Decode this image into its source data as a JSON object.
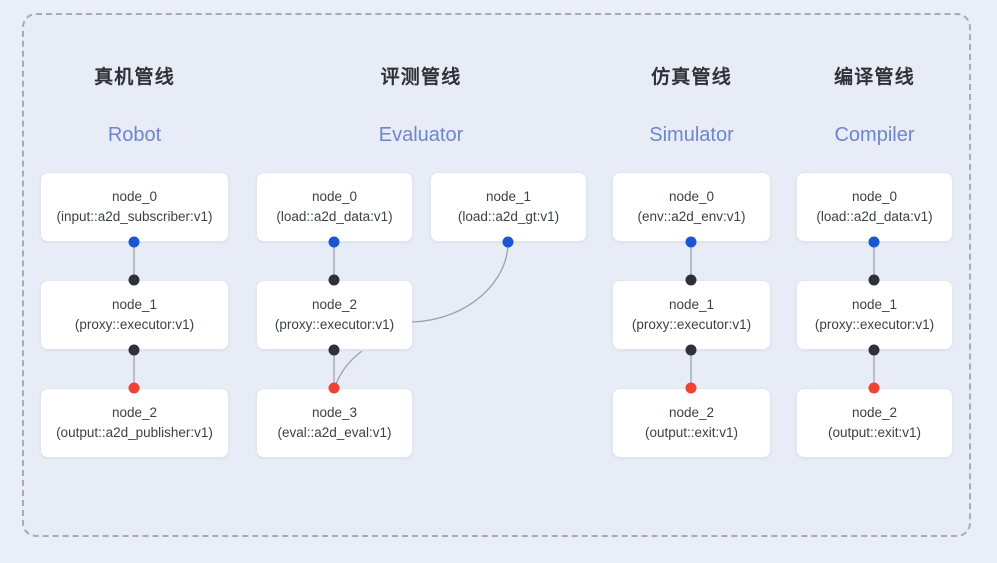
{
  "panel": {
    "border_style": "dashed",
    "border_color": "#a3acbe",
    "background": "#e7ecf7"
  },
  "page_background": "#eaeef8",
  "colors": {
    "port_output": "#1a56d4",
    "port_link": "#2e3136",
    "port_input": "#f04331",
    "edge": "#9aa2b1",
    "title": "#2f3237",
    "subtitle": "#6d86cc",
    "node_text": "#3c4149",
    "node_background": "#ffffff",
    "node_border": "#e3e6ec"
  },
  "columns": [
    {
      "id": "robot",
      "title": "真机管线",
      "subtitle": "Robot",
      "nodes": [
        {
          "name": "node_0",
          "spec": "(input::a2d_subscriber:v1)"
        },
        {
          "name": "node_1",
          "spec": "(proxy::executor:v1)"
        },
        {
          "name": "node_2",
          "spec": "(output::a2d_publisher:v1)"
        }
      ]
    },
    {
      "id": "evaluator",
      "title": "评测管线",
      "subtitle": "Evaluator",
      "nodes": [
        {
          "name": "node_0",
          "spec": "(load::a2d_data:v1)"
        },
        {
          "name": "node_1",
          "spec": "(load::a2d_gt:v1)"
        },
        {
          "name": "node_2",
          "spec": "(proxy::executor:v1)"
        },
        {
          "name": "node_3",
          "spec": "(eval::a2d_eval:v1)"
        }
      ]
    },
    {
      "id": "simulator",
      "title": "仿真管线",
      "subtitle": "Simulator",
      "nodes": [
        {
          "name": "node_0",
          "spec": "(env::a2d_env:v1)"
        },
        {
          "name": "node_1",
          "spec": "(proxy::executor:v1)"
        },
        {
          "name": "node_2",
          "spec": "(output::exit:v1)"
        }
      ]
    },
    {
      "id": "compiler",
      "title": "编译管线",
      "subtitle": "Compiler",
      "nodes": [
        {
          "name": "node_0",
          "spec": "(load::a2d_data:v1)"
        },
        {
          "name": "node_1",
          "spec": "(proxy::executor:v1)"
        },
        {
          "name": "node_2",
          "spec": "(output::exit:v1)"
        }
      ]
    }
  ]
}
